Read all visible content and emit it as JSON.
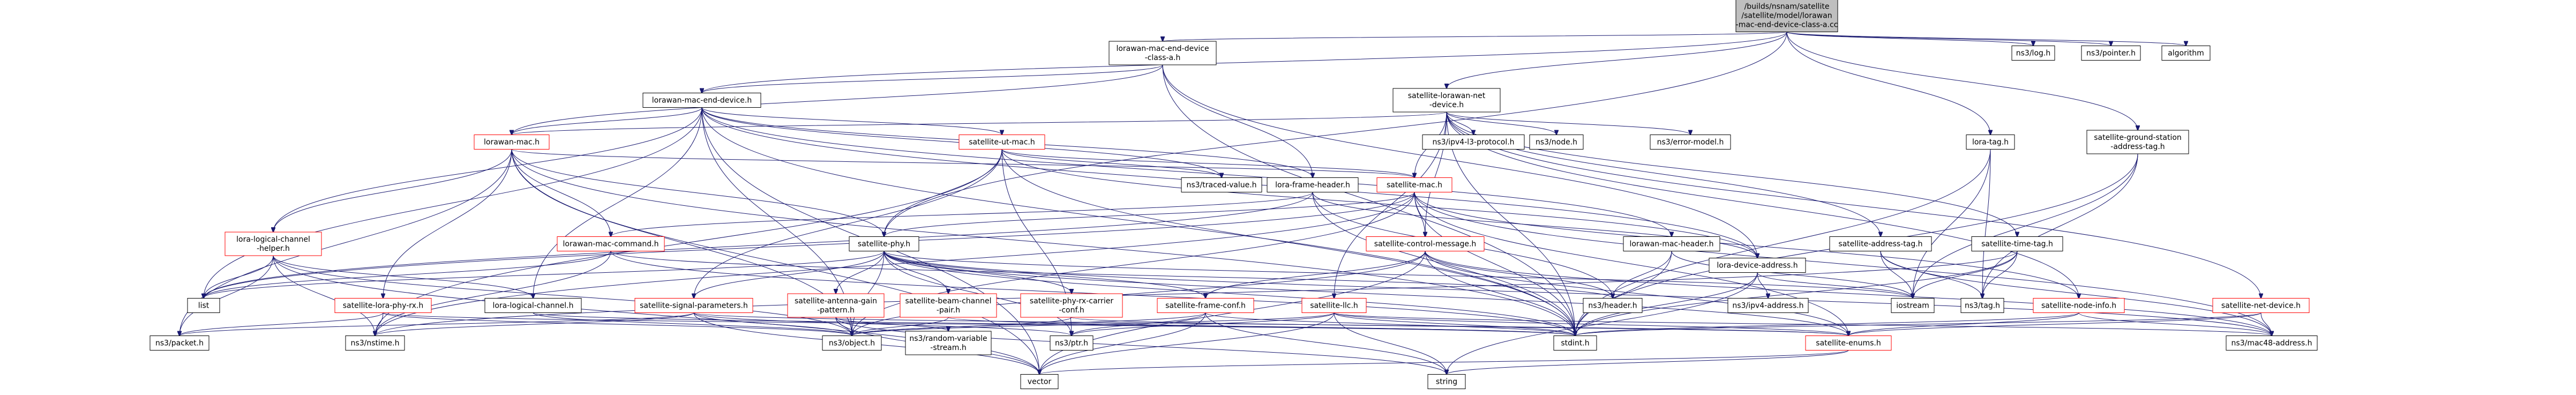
{
  "graph": {
    "nodes": [
      {
        "id": "root",
        "lines": [
          "/builds/nsnam/satellite",
          "/satellite/model/lorawan",
          "-mac-end-device-class-a.cc"
        ],
        "style": "root"
      },
      {
        "id": "class_a_h",
        "lines": [
          "lorawan-mac-end-device",
          "-class-a.h"
        ],
        "style": "normal"
      },
      {
        "id": "net_device_h",
        "lines": [
          "satellite-lorawan-net",
          "-device.h"
        ],
        "style": "normal"
      },
      {
        "id": "ns3_log",
        "lines": [
          "ns3/log.h"
        ],
        "style": "normal"
      },
      {
        "id": "ns3_pointer",
        "lines": [
          "ns3/pointer.h"
        ],
        "style": "normal"
      },
      {
        "id": "algorithm",
        "lines": [
          "algorithm"
        ],
        "style": "normal"
      },
      {
        "id": "end_device_h",
        "lines": [
          "lorawan-mac-end-device.h"
        ],
        "style": "normal"
      },
      {
        "id": "lora_tag",
        "lines": [
          "lora-tag.h"
        ],
        "style": "normal"
      },
      {
        "id": "gs_tag",
        "lines": [
          "satellite-ground-station",
          "-address-tag.h"
        ],
        "style": "normal"
      },
      {
        "id": "lorawan_mac",
        "lines": [
          "lorawan-mac.h"
        ],
        "style": "red"
      },
      {
        "id": "ut_mac",
        "lines": [
          "satellite-ut-mac.h"
        ],
        "style": "red"
      },
      {
        "id": "ipv4_l3",
        "lines": [
          "ns3/ipv4-l3-protocol.h"
        ],
        "style": "normal"
      },
      {
        "id": "ns3_node",
        "lines": [
          "ns3/node.h"
        ],
        "style": "normal"
      },
      {
        "id": "error_model",
        "lines": [
          "ns3/error-model.h"
        ],
        "style": "normal"
      },
      {
        "id": "traced_value",
        "lines": [
          "ns3/traced-value.h"
        ],
        "style": "normal"
      },
      {
        "id": "sat_mac",
        "lines": [
          "satellite-mac.h"
        ],
        "style": "red"
      },
      {
        "id": "lora_frame_header",
        "lines": [
          "lora-frame-header.h"
        ],
        "style": "normal"
      },
      {
        "id": "lora_logical_channel_helper",
        "lines": [
          "lora-logical-channel",
          "-helper.h"
        ],
        "style": "red"
      },
      {
        "id": "lorawan_mac_command",
        "lines": [
          "lorawan-mac-command.h"
        ],
        "style": "red"
      },
      {
        "id": "sat_phy",
        "lines": [
          "satellite-phy.h"
        ],
        "style": "normal"
      },
      {
        "id": "sat_control_message",
        "lines": [
          "satellite-control-message.h"
        ],
        "style": "red"
      },
      {
        "id": "lorawan_mac_header",
        "lines": [
          "lorawan-mac-header.h"
        ],
        "style": "normal"
      },
      {
        "id": "lora_device_address",
        "lines": [
          "lora-device-address.h"
        ],
        "style": "normal"
      },
      {
        "id": "sat_address_tag",
        "lines": [
          "satellite-address-tag.h"
        ],
        "style": "normal"
      },
      {
        "id": "sat_time_tag",
        "lines": [
          "satellite-time-tag.h"
        ],
        "style": "normal"
      },
      {
        "id": "sat_net_device",
        "lines": [
          "satellite-net-device.h"
        ],
        "style": "red"
      },
      {
        "id": "sat_node_info",
        "lines": [
          "satellite-node-info.h"
        ],
        "style": "red"
      },
      {
        "id": "list",
        "lines": [
          "list"
        ],
        "style": "normal"
      },
      {
        "id": "lora_phy_rx",
        "lines": [
          "satellite-lora-phy-rx.h"
        ],
        "style": "red"
      },
      {
        "id": "lora_logical_channel",
        "lines": [
          "lora-logical-channel.h"
        ],
        "style": "normal"
      },
      {
        "id": "sat_signal_params",
        "lines": [
          "satellite-signal-parameters.h"
        ],
        "style": "red"
      },
      {
        "id": "sat_antenna_gain",
        "lines": [
          "satellite-antenna-gain",
          "-pattern.h"
        ],
        "style": "red"
      },
      {
        "id": "sat_beam_channel",
        "lines": [
          "satellite-beam-channel",
          "-pair.h"
        ],
        "style": "red"
      },
      {
        "id": "sat_phy_rx_carrier_conf",
        "lines": [
          "satellite-phy-rx-carrier",
          "-conf.h"
        ],
        "style": "red"
      },
      {
        "id": "sat_frame_conf",
        "lines": [
          "satellite-frame-conf.h"
        ],
        "style": "red"
      },
      {
        "id": "sat_llc",
        "lines": [
          "satellite-llc.h"
        ],
        "style": "red"
      },
      {
        "id": "ns3_header",
        "lines": [
          "ns3/header.h"
        ],
        "style": "normal"
      },
      {
        "id": "ns3_ipv4_address",
        "lines": [
          "ns3/ipv4-address.h"
        ],
        "style": "normal"
      },
      {
        "id": "iostream",
        "lines": [
          "iostream"
        ],
        "style": "normal"
      },
      {
        "id": "ns3_tag",
        "lines": [
          "ns3/tag.h"
        ],
        "style": "normal"
      },
      {
        "id": "ns3_packet",
        "lines": [
          "ns3/packet.h"
        ],
        "style": "normal"
      },
      {
        "id": "ns3_nstime",
        "lines": [
          "ns3/nstime.h"
        ],
        "style": "normal"
      },
      {
        "id": "ns3_object",
        "lines": [
          "ns3/object.h"
        ],
        "style": "normal"
      },
      {
        "id": "ns3_random_variable",
        "lines": [
          "ns3/random-variable",
          "-stream.h"
        ],
        "style": "normal"
      },
      {
        "id": "ns3_ptr",
        "lines": [
          "ns3/ptr.h"
        ],
        "style": "normal"
      },
      {
        "id": "stdint",
        "lines": [
          "stdint.h"
        ],
        "style": "normal"
      },
      {
        "id": "sat_enums",
        "lines": [
          "satellite-enums.h"
        ],
        "style": "red"
      },
      {
        "id": "mac48",
        "lines": [
          "ns3/mac48-address.h"
        ],
        "style": "normal"
      },
      {
        "id": "vector",
        "lines": [
          "vector"
        ],
        "style": "normal"
      },
      {
        "id": "string",
        "lines": [
          "string"
        ],
        "style": "normal"
      }
    ],
    "edges": [
      [
        "root",
        "class_a_h"
      ],
      [
        "root",
        "net_device_h"
      ],
      [
        "root",
        "ns3_log"
      ],
      [
        "root",
        "ns3_pointer"
      ],
      [
        "root",
        "algorithm"
      ],
      [
        "root",
        "end_device_h"
      ],
      [
        "root",
        "lora_tag"
      ],
      [
        "root",
        "gs_tag"
      ],
      [
        "root",
        "sat_phy"
      ],
      [
        "class_a_h",
        "end_device_h"
      ],
      [
        "class_a_h",
        "lora_frame_header"
      ],
      [
        "class_a_h",
        "lora_device_address"
      ],
      [
        "class_a_h",
        "lorawan_mac"
      ],
      [
        "class_a_h",
        "stdint"
      ],
      [
        "end_device_h",
        "lorawan_mac"
      ],
      [
        "end_device_h",
        "ut_mac"
      ],
      [
        "end_device_h",
        "lora_frame_header"
      ],
      [
        "end_device_h",
        "lorawan_mac_header"
      ],
      [
        "end_device_h",
        "lora_logical_channel_helper"
      ],
      [
        "end_device_h",
        "lora_logical_channel"
      ],
      [
        "end_device_h",
        "lora_device_address"
      ],
      [
        "end_device_h",
        "traced_value"
      ],
      [
        "end_device_h",
        "list"
      ],
      [
        "end_device_h",
        "vector"
      ],
      [
        "end_device_h",
        "ns3_object"
      ],
      [
        "end_device_h",
        "stdint"
      ],
      [
        "lorawan_mac",
        "sat_mac"
      ],
      [
        "lorawan_mac",
        "sat_phy"
      ],
      [
        "lorawan_mac",
        "lora_phy_rx"
      ],
      [
        "lorawan_mac",
        "lora_logical_channel_helper"
      ],
      [
        "lorawan_mac",
        "lorawan_mac_command"
      ],
      [
        "lorawan_mac",
        "ns3_object"
      ],
      [
        "lorawan_mac",
        "ns3_packet"
      ],
      [
        "lorawan_mac",
        "vector"
      ],
      [
        "lorawan_mac",
        "stdint"
      ],
      [
        "ut_mac",
        "sat_mac"
      ],
      [
        "ut_mac",
        "sat_phy"
      ],
      [
        "ut_mac",
        "traced_value"
      ],
      [
        "ut_mac",
        "ns3_ptr"
      ],
      [
        "ut_mac",
        "ns3_nstime"
      ],
      [
        "ut_mac",
        "sat_signal_params"
      ],
      [
        "ut_mac",
        "stdint"
      ],
      [
        "ut_mac",
        "lora_device_address"
      ],
      [
        "net_device_h",
        "lorawan_mac"
      ],
      [
        "net_device_h",
        "sat_mac"
      ],
      [
        "net_device_h",
        "ipv4_l3"
      ],
      [
        "net_device_h",
        "ns3_node"
      ],
      [
        "net_device_h",
        "error_model"
      ],
      [
        "net_device_h",
        "sat_address_tag"
      ],
      [
        "net_device_h",
        "sat_time_tag"
      ],
      [
        "net_device_h",
        "sat_control_message"
      ],
      [
        "net_device_h",
        "sat_llc"
      ],
      [
        "net_device_h",
        "sat_node_info"
      ],
      [
        "net_device_h",
        "sat_net_device"
      ],
      [
        "net_device_h",
        "stdint"
      ],
      [
        "sat_mac",
        "sat_phy"
      ],
      [
        "sat_mac",
        "sat_control_message"
      ],
      [
        "sat_mac",
        "sat_node_info"
      ],
      [
        "sat_mac",
        "sat_enums"
      ],
      [
        "sat_mac",
        "ns3_nstime"
      ],
      [
        "sat_mac",
        "ns3_object"
      ],
      [
        "sat_mac",
        "mac48"
      ],
      [
        "sat_mac",
        "stdint"
      ],
      [
        "sat_mac",
        "list"
      ],
      [
        "lora_frame_header",
        "lora_device_address"
      ],
      [
        "lora_frame_header",
        "lorawan_mac_command"
      ],
      [
        "lora_frame_header",
        "ns3_header"
      ],
      [
        "lora_frame_header",
        "stdint"
      ],
      [
        "lora_frame_header",
        "list"
      ],
      [
        "lora_logical_channel_helper",
        "lora_logical_channel"
      ],
      [
        "lora_logical_channel_helper",
        "ns3_nstime"
      ],
      [
        "lora_logical_channel_helper",
        "ns3_packet"
      ],
      [
        "lora_logical_channel_helper",
        "list"
      ],
      [
        "lora_logical_channel_helper",
        "vector"
      ],
      [
        "lora_logical_channel_helper",
        "ns3_object"
      ],
      [
        "lorawan_mac_command",
        "ns3_header"
      ],
      [
        "lorawan_mac_command",
        "ns3_nstime"
      ],
      [
        "lorawan_mac_command",
        "list"
      ],
      [
        "lorawan_mac_command",
        "stdint"
      ],
      [
        "sat_phy",
        "sat_signal_params"
      ],
      [
        "sat_phy",
        "sat_antenna_gain"
      ],
      [
        "sat_phy",
        "sat_beam_channel"
      ],
      [
        "sat_phy",
        "sat_phy_rx_carrier_conf"
      ],
      [
        "sat_phy",
        "sat_frame_conf"
      ],
      [
        "sat_phy",
        "ns3_object"
      ],
      [
        "sat_phy",
        "ns3_ptr"
      ],
      [
        "sat_phy",
        "list"
      ],
      [
        "sat_phy",
        "stdint"
      ],
      [
        "sat_phy",
        "sat_enums"
      ],
      [
        "sat_phy",
        "mac48"
      ],
      [
        "sat_phy",
        "iostream"
      ],
      [
        "sat_control_message",
        "ns3_header"
      ],
      [
        "sat_control_message",
        "ns3_object"
      ],
      [
        "sat_control_message",
        "stdint"
      ],
      [
        "sat_control_message",
        "sat_enums"
      ],
      [
        "sat_control_message",
        "vector"
      ],
      [
        "sat_control_message",
        "mac48"
      ],
      [
        "sat_control_message",
        "sat_frame_conf"
      ],
      [
        "lorawan_mac_header",
        "ns3_header"
      ],
      [
        "lorawan_mac_header",
        "stdint"
      ],
      [
        "lorawan_mac_header",
        "iostream"
      ],
      [
        "lora_device_address",
        "ns3_ipv4_address"
      ],
      [
        "lora_device_address",
        "iostream"
      ],
      [
        "lora_device_address",
        "stdint"
      ],
      [
        "lora_device_address",
        "string"
      ],
      [
        "sat_address_tag",
        "ns3_tag"
      ],
      [
        "sat_address_tag",
        "mac48"
      ],
      [
        "sat_address_tag",
        "iostream"
      ],
      [
        "sat_time_tag",
        "ns3_tag"
      ],
      [
        "sat_time_tag",
        "ns3_nstime"
      ],
      [
        "sat_time_tag",
        "stdint"
      ],
      [
        "sat_time_tag",
        "iostream"
      ],
      [
        "sat_net_device",
        "mac48"
      ],
      [
        "sat_net_device",
        "sat_enums"
      ],
      [
        "sat_net_device",
        "stdint"
      ],
      [
        "sat_node_info",
        "mac48"
      ],
      [
        "sat_node_info",
        "sat_enums"
      ],
      [
        "sat_node_info",
        "stdint"
      ],
      [
        "lora_tag",
        "ns3_tag"
      ],
      [
        "lora_tag",
        "stdint"
      ],
      [
        "lora_tag",
        "iostream"
      ],
      [
        "gs_tag",
        "ns3_tag"
      ],
      [
        "gs_tag",
        "iostream"
      ],
      [
        "gs_tag",
        "stdint"
      ],
      [
        "lora_phy_rx",
        "ns3_packet"
      ],
      [
        "lora_phy_rx",
        "ns3_nstime"
      ],
      [
        "lora_phy_rx",
        "ns3_object"
      ],
      [
        "lora_phy_rx",
        "stdint"
      ],
      [
        "lora_logical_channel",
        "ns3_object"
      ],
      [
        "lora_logical_channel",
        "stdint"
      ],
      [
        "sat_signal_params",
        "ns3_object"
      ],
      [
        "sat_signal_params",
        "ns3_packet"
      ],
      [
        "sat_signal_params",
        "ns3_nstime"
      ],
      [
        "sat_signal_params",
        "vector"
      ],
      [
        "sat_signal_params",
        "sat_enums"
      ],
      [
        "sat_signal_params",
        "ns3_ptr"
      ],
      [
        "sat_antenna_gain",
        "ns3_object"
      ],
      [
        "sat_antenna_gain",
        "ns3_random_variable"
      ],
      [
        "sat_antenna_gain",
        "vector"
      ],
      [
        "sat_antenna_gain",
        "string"
      ],
      [
        "sat_beam_channel",
        "ns3_object"
      ],
      [
        "sat_beam_channel",
        "stdint"
      ],
      [
        "sat_phy_rx_carrier_conf",
        "ns3_object"
      ],
      [
        "sat_phy_rx_carrier_conf",
        "sat_enums"
      ],
      [
        "sat_frame_conf",
        "ns3_object"
      ],
      [
        "sat_frame_conf",
        "ns3_ptr"
      ],
      [
        "sat_frame_conf",
        "vector"
      ],
      [
        "sat_frame_conf",
        "stdint"
      ],
      [
        "sat_frame_conf",
        "string"
      ],
      [
        "sat_llc",
        "ns3_object"
      ],
      [
        "sat_llc",
        "ns3_ptr"
      ],
      [
        "sat_llc",
        "mac48"
      ],
      [
        "sat_llc",
        "stdint"
      ],
      [
        "sat_llc",
        "sat_enums"
      ],
      [
        "sat_llc",
        "vector"
      ],
      [
        "sat_llc",
        "string"
      ],
      [
        "sat_enums",
        "string"
      ],
      [
        "sat_enums",
        "vector"
      ]
    ]
  }
}
